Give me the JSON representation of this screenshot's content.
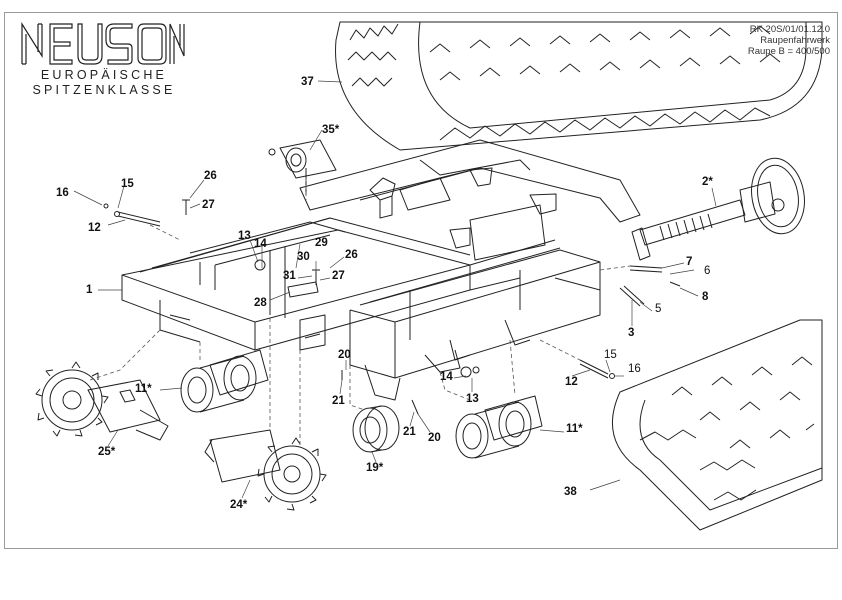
{
  "logo": {
    "name": "NEUSON"
  },
  "tagline": [
    "EUROPÄISCHE",
    "SPITZENKLASSE"
  ],
  "reference": [
    "RK 20S/01/01.12.0",
    "Raupenfahrwerk",
    "Raupe B = 400/500"
  ],
  "callouts": [
    "37",
    "35*",
    "2*",
    "26",
    "27",
    "15",
    "16",
    "12",
    "13",
    "14",
    "29",
    "30",
    "26",
    "31",
    "27",
    "28",
    "1",
    "7",
    "6",
    "8",
    "5",
    "3",
    "20",
    "21",
    "11*",
    "14",
    "13",
    "12",
    "15",
    "16",
    "25*",
    "21",
    "20",
    "11*",
    "19*",
    "24*",
    "38"
  ],
  "colors": {
    "line": "#222222",
    "leader": "#444444",
    "frame": "#9a9a9a"
  }
}
